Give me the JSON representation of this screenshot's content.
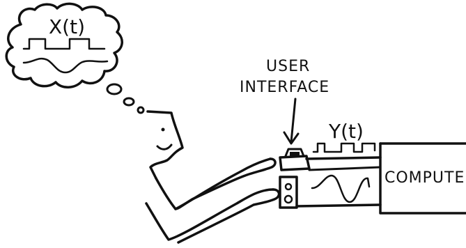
{
  "thought_label": "X(t)",
  "interface_label_line1": "USER",
  "interface_label_line2": "INTERFACE",
  "signal_label": "Y(t)",
  "computer_label": "COMPUTER",
  "ink_color": "#111111",
  "background_color": "#ffffff"
}
